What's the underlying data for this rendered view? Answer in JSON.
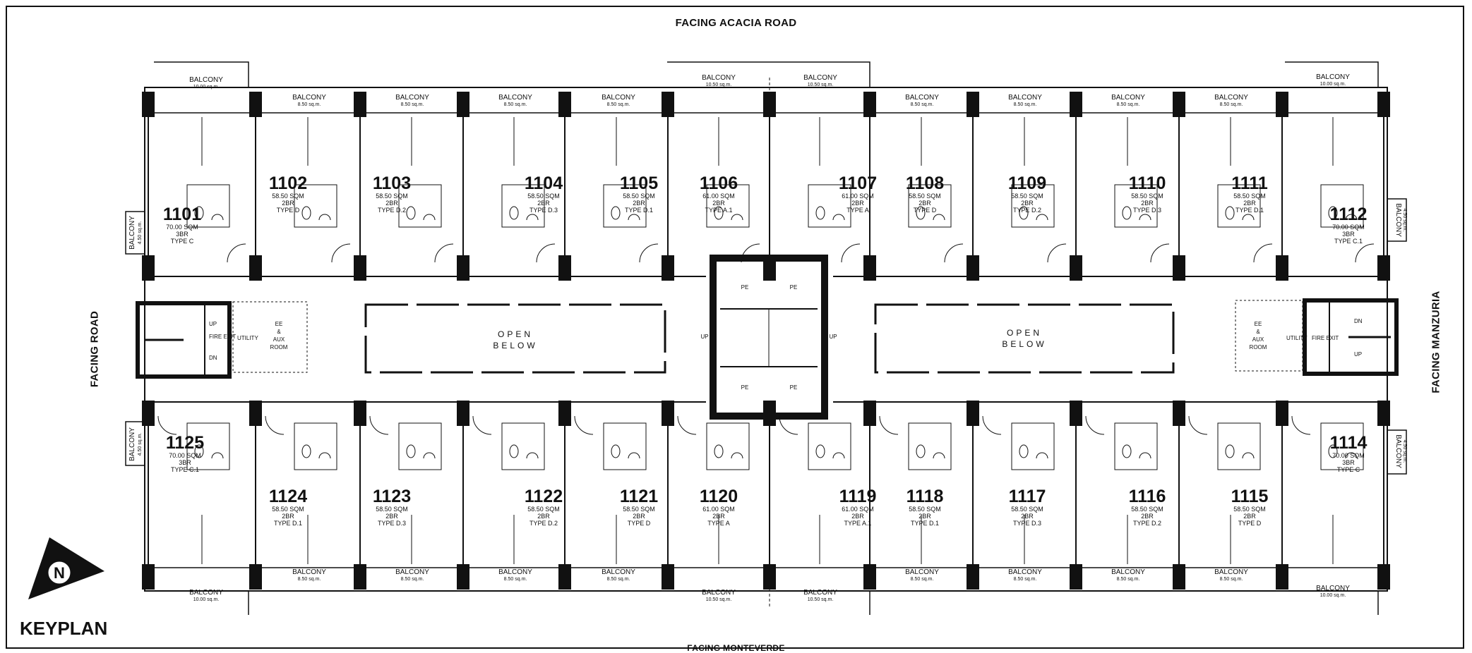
{
  "facing": {
    "top": "FACING ACACIA ROAD",
    "left": "FACING ROAD",
    "right": "FACING MANZURIA",
    "bottom": "FACING MONTEVERDE"
  },
  "keyplan": {
    "label": "KEYPLAN",
    "north_letter": "N"
  },
  "open_below": {
    "line1": "OPEN",
    "line2": "BELOW"
  },
  "core": {
    "stair_up": "UP",
    "stair_dn": "DN",
    "fire_exit": "FIRE EXIT",
    "utility": "UTILITY",
    "ee_room": [
      "EE",
      "&",
      "AUX",
      "ROOM"
    ],
    "pe": "PE"
  },
  "balcony_label": "BALCONY",
  "units_top": [
    {
      "no": "1101",
      "area": "70.00 SQM",
      "br": "3BR",
      "type": "TYPE C"
    },
    {
      "no": "1102",
      "area": "58.50 SQM",
      "br": "2BR",
      "type": "TYPE D"
    },
    {
      "no": "1103",
      "area": "58.50 SQM",
      "br": "2BR",
      "type": "TYPE D.2"
    },
    {
      "no": "1104",
      "area": "58.50 SQM",
      "br": "2BR",
      "type": "TYPE D.3"
    },
    {
      "no": "1105",
      "area": "58.50 SQM",
      "br": "2BR",
      "type": "TYPE D.1"
    },
    {
      "no": "1106",
      "area": "61.00 SQM",
      "br": "2BR",
      "type": "TYPE A.1"
    },
    {
      "no": "1107",
      "area": "61.00 SQM",
      "br": "2BR",
      "type": "TYPE A"
    },
    {
      "no": "1108",
      "area": "58.50 SQM",
      "br": "2BR",
      "type": "TYPE D"
    },
    {
      "no": "1109",
      "area": "58.50 SQM",
      "br": "2BR",
      "type": "TYPE D.2"
    },
    {
      "no": "1110",
      "area": "58.50 SQM",
      "br": "2BR",
      "type": "TYPE D.3"
    },
    {
      "no": "1111",
      "area": "58.50 SQM",
      "br": "2BR",
      "type": "TYPE D.1"
    },
    {
      "no": "1112",
      "area": "70.00 SQM",
      "br": "3BR",
      "type": "TYPE C.1"
    }
  ],
  "units_bottom": [
    {
      "no": "1125",
      "area": "70.00 SQM",
      "br": "3BR",
      "type": "TYPE C.1"
    },
    {
      "no": "1124",
      "area": "58.50 SQM",
      "br": "2BR",
      "type": "TYPE D.1"
    },
    {
      "no": "1123",
      "area": "58.50 SQM",
      "br": "2BR",
      "type": "TYPE D.3"
    },
    {
      "no": "1122",
      "area": "58.50 SQM",
      "br": "2BR",
      "type": "TYPE D.2"
    },
    {
      "no": "1121",
      "area": "58.50 SQM",
      "br": "2BR",
      "type": "TYPE D"
    },
    {
      "no": "1120",
      "area": "61.00 SQM",
      "br": "2BR",
      "type": "TYPE A"
    },
    {
      "no": "1119",
      "area": "61.00 SQM",
      "br": "2BR",
      "type": "TYPE A.1"
    },
    {
      "no": "1118",
      "area": "58.50 SQM",
      "br": "2BR",
      "type": "TYPE D.1"
    },
    {
      "no": "1117",
      "area": "58.50 SQM",
      "br": "2BR",
      "type": "TYPE D.3"
    },
    {
      "no": "1116",
      "area": "58.50 SQM",
      "br": "2BR",
      "type": "TYPE D.2"
    },
    {
      "no": "1115",
      "area": "58.50 SQM",
      "br": "2BR",
      "type": "TYPE D"
    },
    {
      "no": "1114",
      "area": "70.00 SQM",
      "br": "3BR",
      "type": "TYPE C"
    }
  ],
  "balconies_top": [
    "10.00 sq.m.",
    "8.50 sq.m.",
    "8.50 sq.m.",
    "8.50 sq.m.",
    "8.50 sq.m.",
    "10.50 sq.m.",
    "10.50 sq.m.",
    "8.50 sq.m.",
    "8.50 sq.m.",
    "8.50 sq.m.",
    "8.50 sq.m.",
    "10.00 sq.m."
  ],
  "balconies_bottom": [
    "10.00 sq.m.",
    "8.50 sq.m.",
    "8.50 sq.m.",
    "8.50 sq.m.",
    "8.50 sq.m.",
    "10.50 sq.m.",
    "10.50 sq.m.",
    "8.50 sq.m.",
    "8.50 sq.m.",
    "8.50 sq.m.",
    "8.50 sq.m.",
    "10.00 sq.m."
  ],
  "side_balconies": {
    "left_top": "4.50 sq.m.",
    "left_bottom": "4.50 sq.m.",
    "right_top": "4.50 sq.m.",
    "right_bottom": "4.50 sq.m."
  }
}
